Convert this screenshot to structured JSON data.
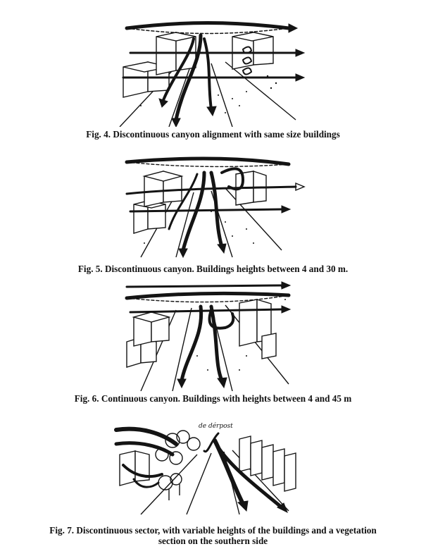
{
  "figures": [
    {
      "id": "fig4",
      "caption": "Fig. 4. Discontinuous canyon alignment with same size buildings"
    },
    {
      "id": "fig5",
      "caption": "Fig. 5. Discontinuous canyon. Buildings heights between 4 and 30 m."
    },
    {
      "id": "fig6",
      "caption": "Fig. 6. Continuous canyon. Buildings with heights between 4 and 45 m"
    },
    {
      "id": "fig7",
      "caption_line1": "Fig. 7. Discontinuous sector, with variable heights of the buildings and a vegetation",
      "caption_line2": "section on the southern side",
      "annotation": "de dérpost"
    }
  ],
  "colors": {
    "ink": "#141414",
    "paper": "#ffffff"
  }
}
